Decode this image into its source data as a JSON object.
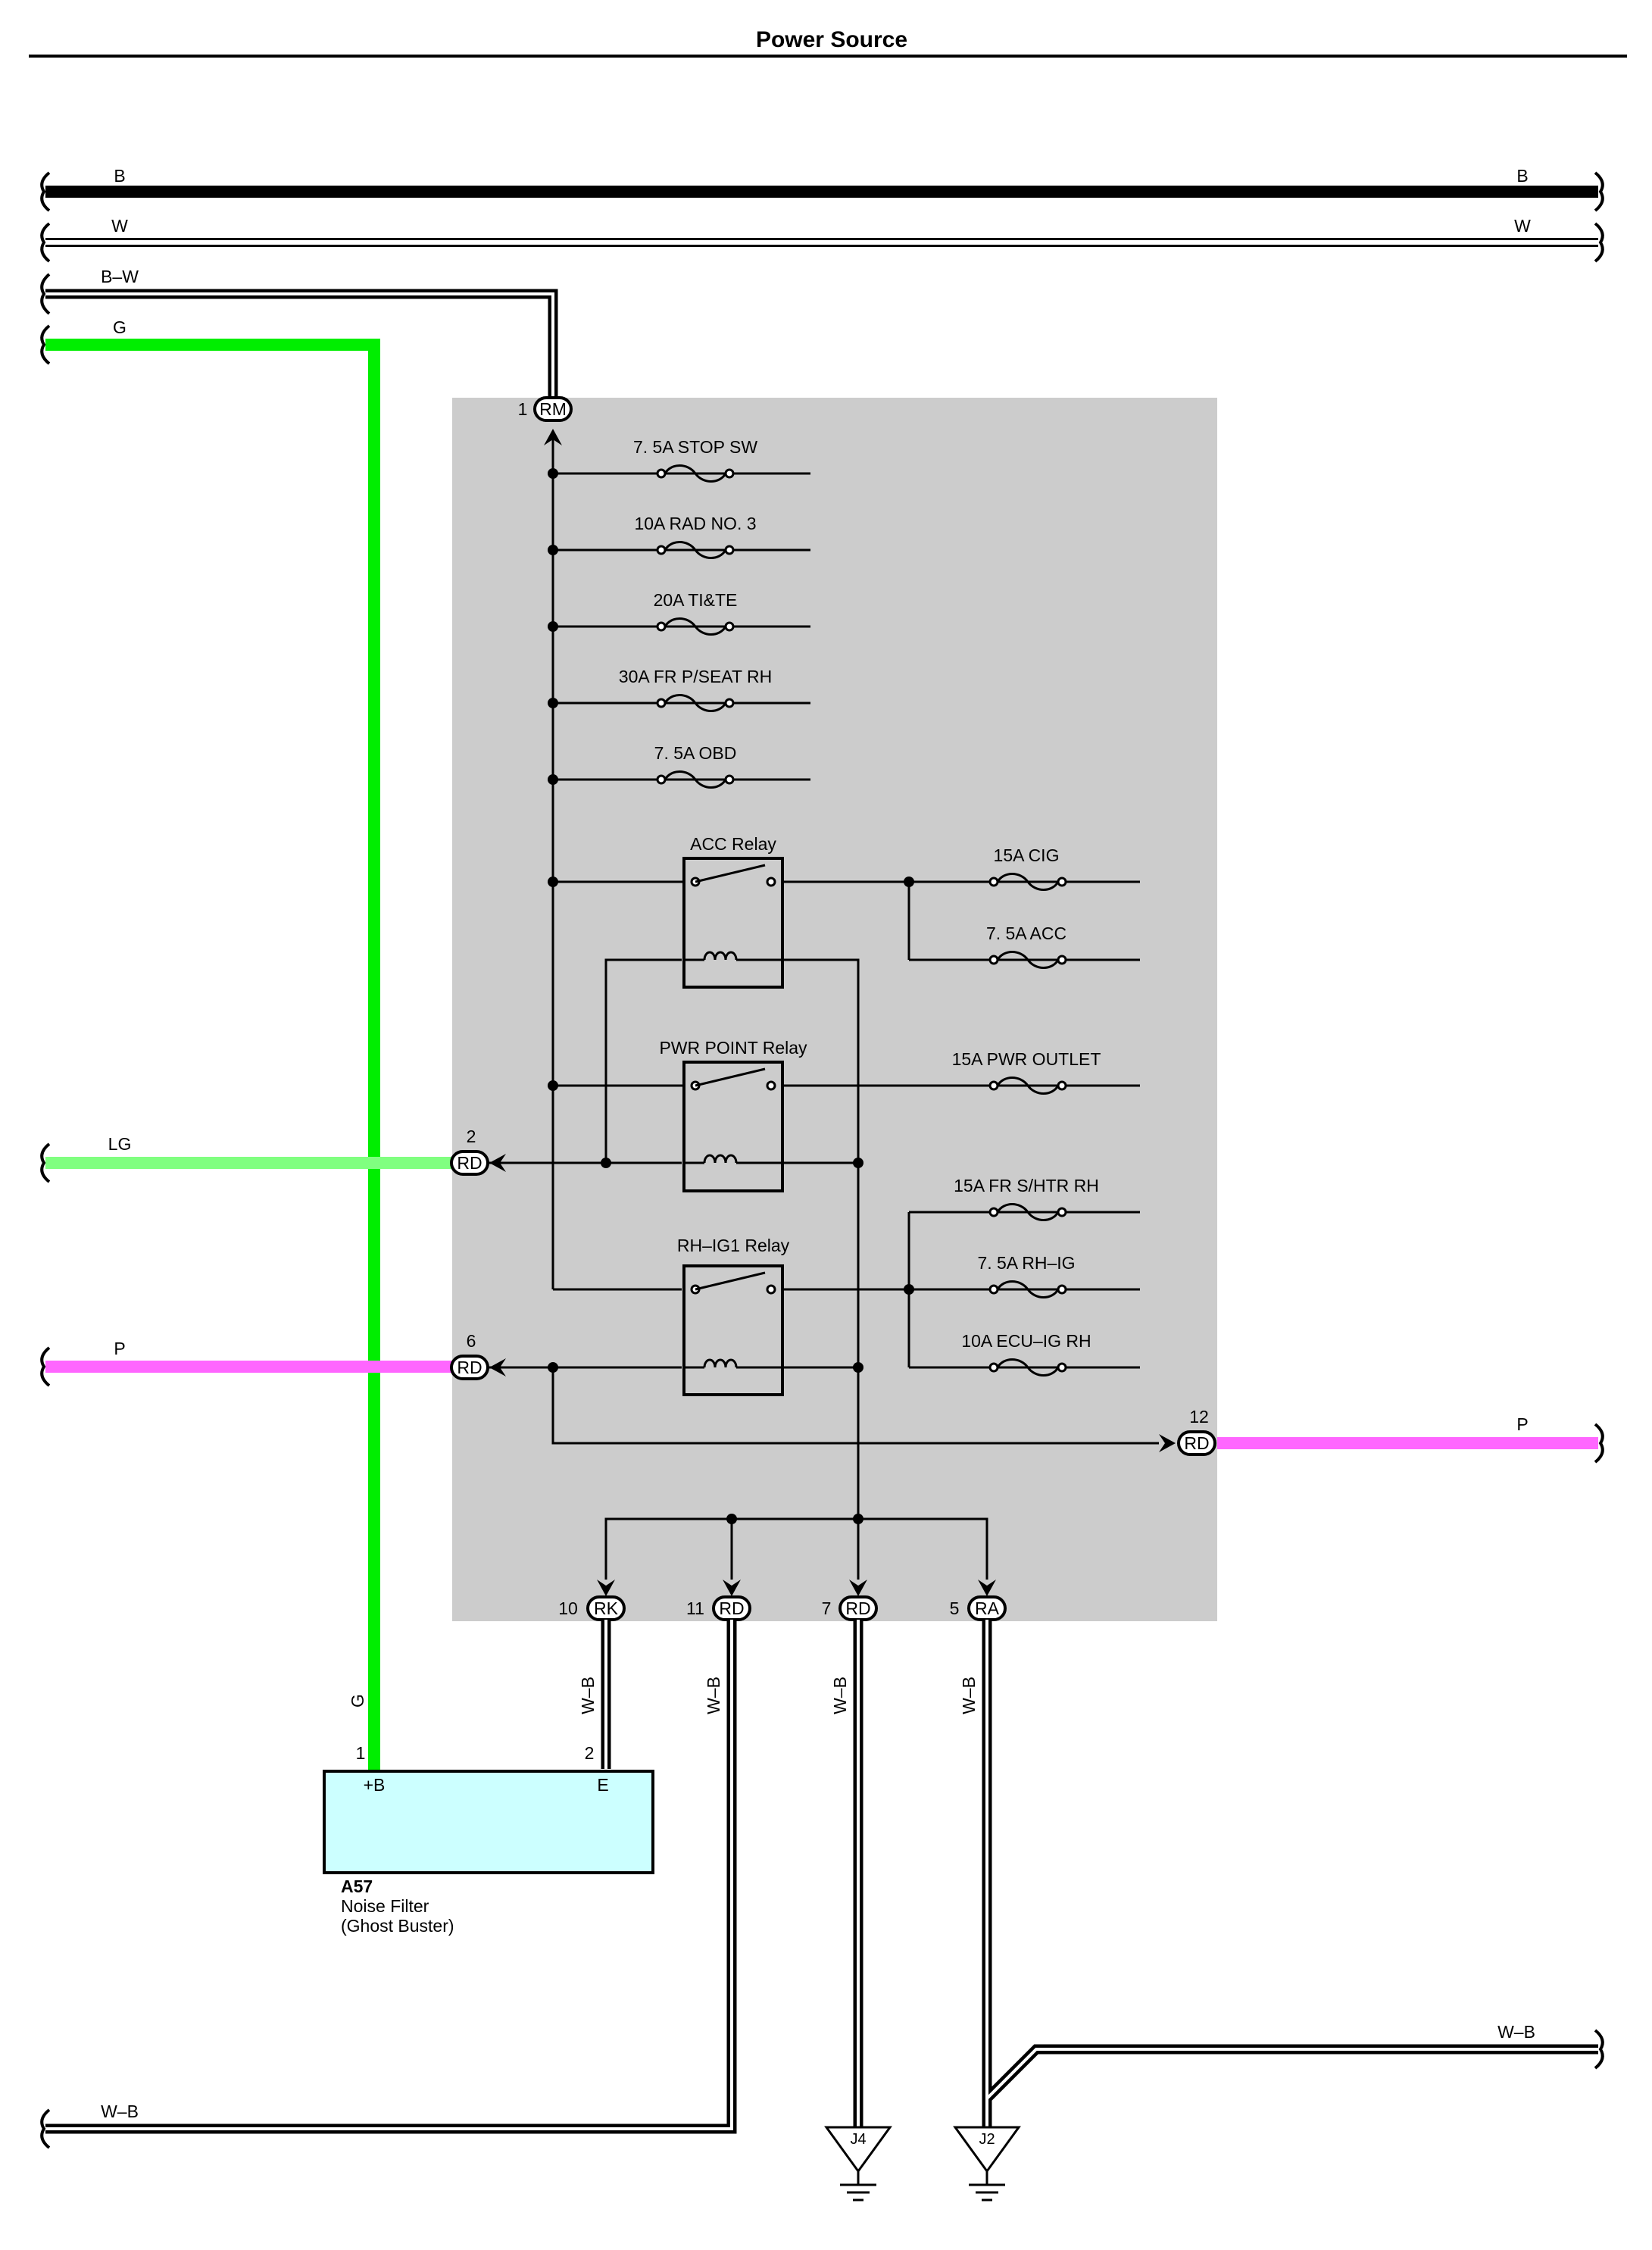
{
  "title": "Power Source",
  "buses": [
    {
      "label_left": "B",
      "label_right": "B",
      "kind": "black"
    },
    {
      "label_left": "W",
      "label_right": "W",
      "kind": "white"
    },
    {
      "label_left": "B–W",
      "kind": "bw"
    },
    {
      "label_left": "G",
      "kind": "green"
    }
  ],
  "connectors": {
    "rm": {
      "pin": "1",
      "name": "RM"
    },
    "rd2": {
      "pin": "2",
      "name": "RD"
    },
    "rd6": {
      "pin": "6",
      "name": "RD"
    },
    "rd12": {
      "pin": "12",
      "name": "RD"
    },
    "rk10": {
      "pin": "10",
      "name": "RK"
    },
    "rd11": {
      "pin": "11",
      "name": "RD"
    },
    "rd7": {
      "pin": "7",
      "name": "RD"
    },
    "ra5": {
      "pin": "5",
      "name": "RA"
    }
  },
  "fuses_main": [
    "7. 5A STOP SW",
    "10A RAD NO. 3",
    "20A TI&TE",
    "30A FR P/SEAT RH",
    "7. 5A OBD"
  ],
  "relays": {
    "acc": {
      "label": "ACC Relay",
      "fuses": [
        "15A CIG",
        "7. 5A ACC"
      ]
    },
    "pwr": {
      "label": "PWR POINT Relay",
      "fuses": [
        "15A PWR OUTLET"
      ]
    },
    "rhig1": {
      "label": "RH–IG1 Relay",
      "fuses": [
        "15A FR S/HTR RH",
        "7. 5A RH–IG",
        "10A ECU–IG RH"
      ]
    }
  },
  "wires": {
    "lg": "LG",
    "p_left": "P",
    "p_right": "P",
    "g_vert": "G",
    "wb": "W–B",
    "wb_right": "W–B",
    "wb_bottom": "W–B"
  },
  "noise_filter": {
    "id": "A57",
    "name_line1": "Noise Filter",
    "name_line2": "(Ghost Buster)",
    "pin1": "1",
    "pin1_name": "+B",
    "pin2": "2",
    "pin2_name": "E"
  },
  "grounds": {
    "j4": "J4",
    "j2": "J2"
  },
  "colors": {
    "green": "#00ee00",
    "light_green": "#80ff80",
    "pink": "#ff66ff",
    "panel": "#cccccc",
    "filter_fill": "#ccffff"
  }
}
